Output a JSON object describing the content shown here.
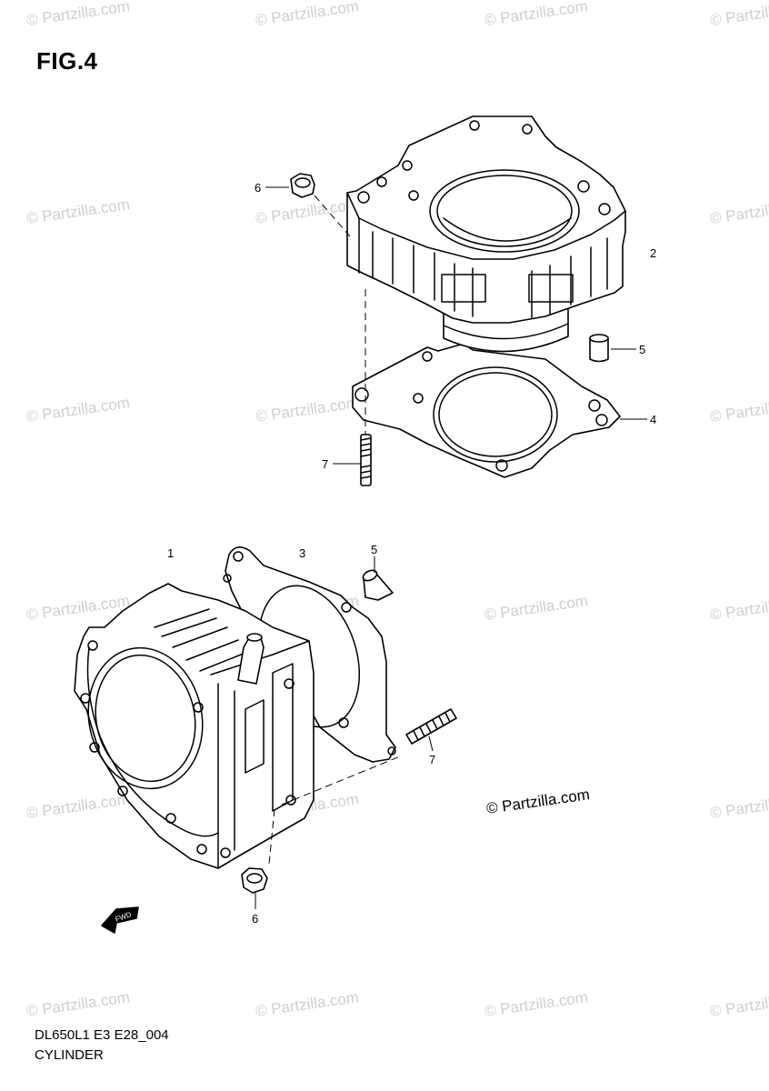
{
  "figure": {
    "title": "FIG.4"
  },
  "callouts": {
    "c1": "1",
    "c2": "2",
    "c3": "3",
    "c4": "4",
    "c5a": "5",
    "c5b": "5",
    "c6a": "6",
    "c6b": "6",
    "c7a": "7",
    "c7b": "7"
  },
  "watermark": {
    "text": "© Partzilla.com"
  },
  "direction_arrow": {
    "text": "FWD"
  },
  "footer": {
    "code": "DL650L1 E3 E28_004",
    "name": "CYLINDER"
  }
}
